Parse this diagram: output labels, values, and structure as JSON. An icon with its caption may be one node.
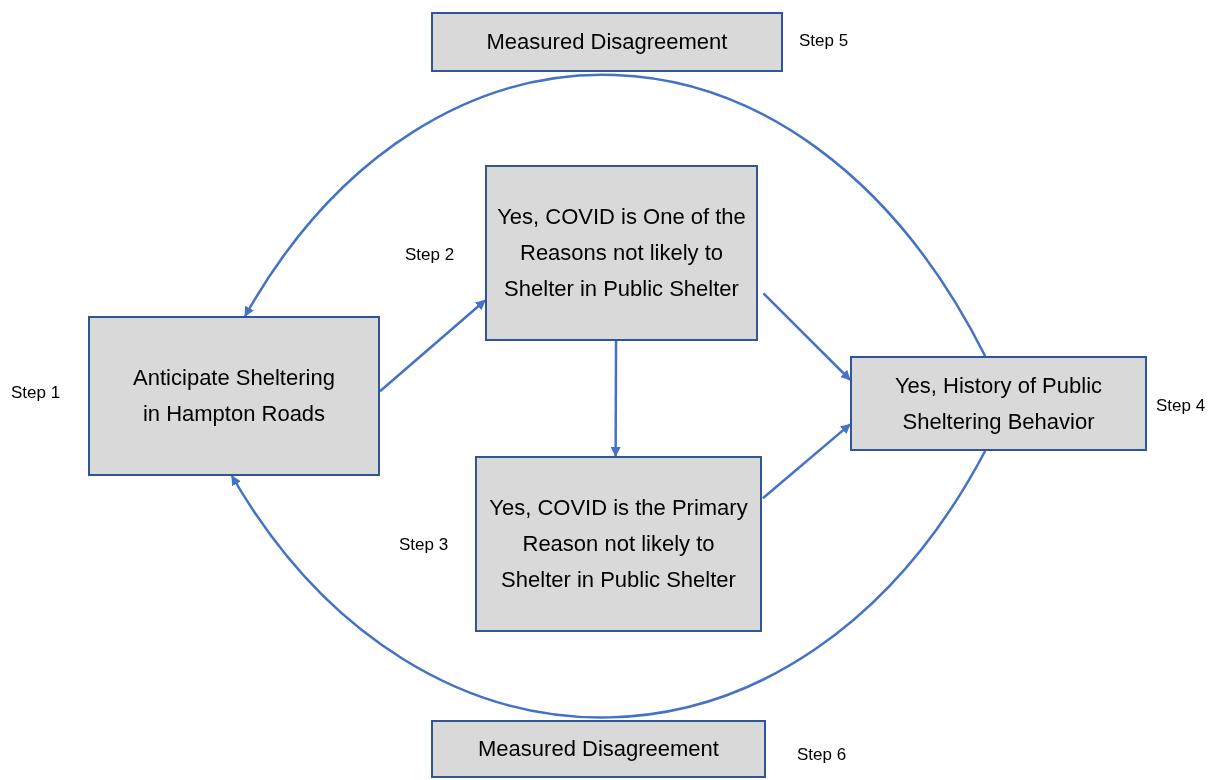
{
  "diagram": {
    "nodes": [
      {
        "text": [
          "Measured Disagreement"
        ],
        "beside": [
          "Step 5"
        ]
      },
      {
        "text": [
          "Anticipate Sheltering in Hampton Roads"
        ],
        "beside": [
          "Step 1"
        ]
      },
      {
        "text": [
          "Yes, COVID is One of the Reasons not likely to Shelter in Public Shelter"
        ],
        "beside": [
          "Step 2"
        ]
      },
      {
        "text": [
          "Yes, History of Public Sheltering Behavior"
        ],
        "beside": [
          "Step 4"
        ]
      },
      {
        "text": [
          "Yes, COVID is the Primary Reason not likely to Shelter in Public Shelter"
        ],
        "beside": [
          "Step 3"
        ]
      },
      {
        "text": [
          "Measured Disagreement"
        ],
        "beside": [
          "Step 6"
        ]
      }
    ],
    "edges": [
      {
        "from": 1,
        "to": 2,
        "arrow": "to"
      },
      {
        "from": 2,
        "to": 3,
        "arrow": "to"
      },
      {
        "from": 2,
        "to": 4,
        "arrow": "to"
      },
      {
        "from": 4,
        "to": 3,
        "arrow": "to"
      },
      {
        "from": 3,
        "to": 1,
        "arrow": "to"
      },
      {
        "from": 3,
        "to": 1,
        "arrow": "to"
      }
    ]
  }
}
